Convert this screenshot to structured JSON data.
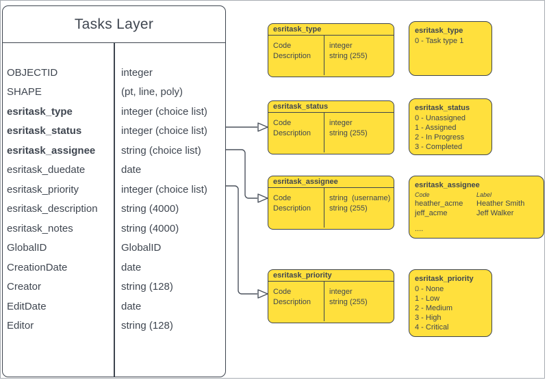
{
  "colors": {
    "yellow": "#ffe03d",
    "ink": "#3c434d",
    "text": "#3f4650",
    "frame": "#a6abb1"
  },
  "main_table": {
    "title": "Tasks Layer",
    "rows": [
      {
        "name": "OBJECTID",
        "type": "integer"
      },
      {
        "name": "SHAPE",
        "type": "(pt, line, poly)"
      },
      {
        "name": "esritask_type",
        "type": "integer (choice list)"
      },
      {
        "name": "esritask_status",
        "type": "integer (choice list)"
      },
      {
        "name": "esritask_assignee",
        "type": "string (choice list)"
      },
      {
        "name": "esritask_duedate",
        "type": "date"
      },
      {
        "name": "esritask_priority",
        "type": "integer (choice list)"
      },
      {
        "name": "esritask_description",
        "type": "string (4000)"
      },
      {
        "name": "esritask_notes",
        "type": "string (4000)"
      },
      {
        "name": "GlobalID",
        "type": "GlobalID"
      },
      {
        "name": "CreationDate",
        "type": "date"
      },
      {
        "name": "Creator",
        "type": "string (128)"
      },
      {
        "name": "EditDate",
        "type": "date"
      },
      {
        "name": "Editor",
        "type": "string (128)"
      }
    ]
  },
  "attribute_tables": [
    {
      "title": "esritask_type",
      "fields": [
        "Code",
        "Description"
      ],
      "types": [
        "integer",
        "string (255)"
      ]
    },
    {
      "title": "esritask_status",
      "fields": [
        "Code",
        "Description"
      ],
      "types": [
        "integer",
        "string (255)"
      ]
    },
    {
      "title": "esritask_assignee",
      "fields": [
        "Code",
        "Description"
      ],
      "types": [
        "string  (username)",
        "string (255)"
      ]
    },
    {
      "title": "esritask_priority",
      "fields": [
        "Code",
        "Description"
      ],
      "types": [
        "integer",
        "string (255)"
      ]
    }
  ],
  "domain_lists": [
    {
      "title": "esritask_type",
      "items": [
        "0 - Task type 1"
      ]
    },
    {
      "title": "esritask_status",
      "items": [
        "0 - Unassigned",
        "1 - Assigned",
        "2 - In Progress",
        "3 - Completed"
      ]
    },
    {
      "title": "esritask_assignee",
      "col_headers": [
        "Code",
        "Label"
      ],
      "rows": [
        [
          "heather_acme",
          "Heather Smith"
        ],
        [
          "jeff_acme",
          "Jeff Walker"
        ]
      ],
      "ellipsis": "...."
    },
    {
      "title": "esritask_priority",
      "items": [
        "0 - None",
        "1 - Low",
        "2 - Medium",
        "3 - High",
        "4 - Critical"
      ]
    }
  ]
}
